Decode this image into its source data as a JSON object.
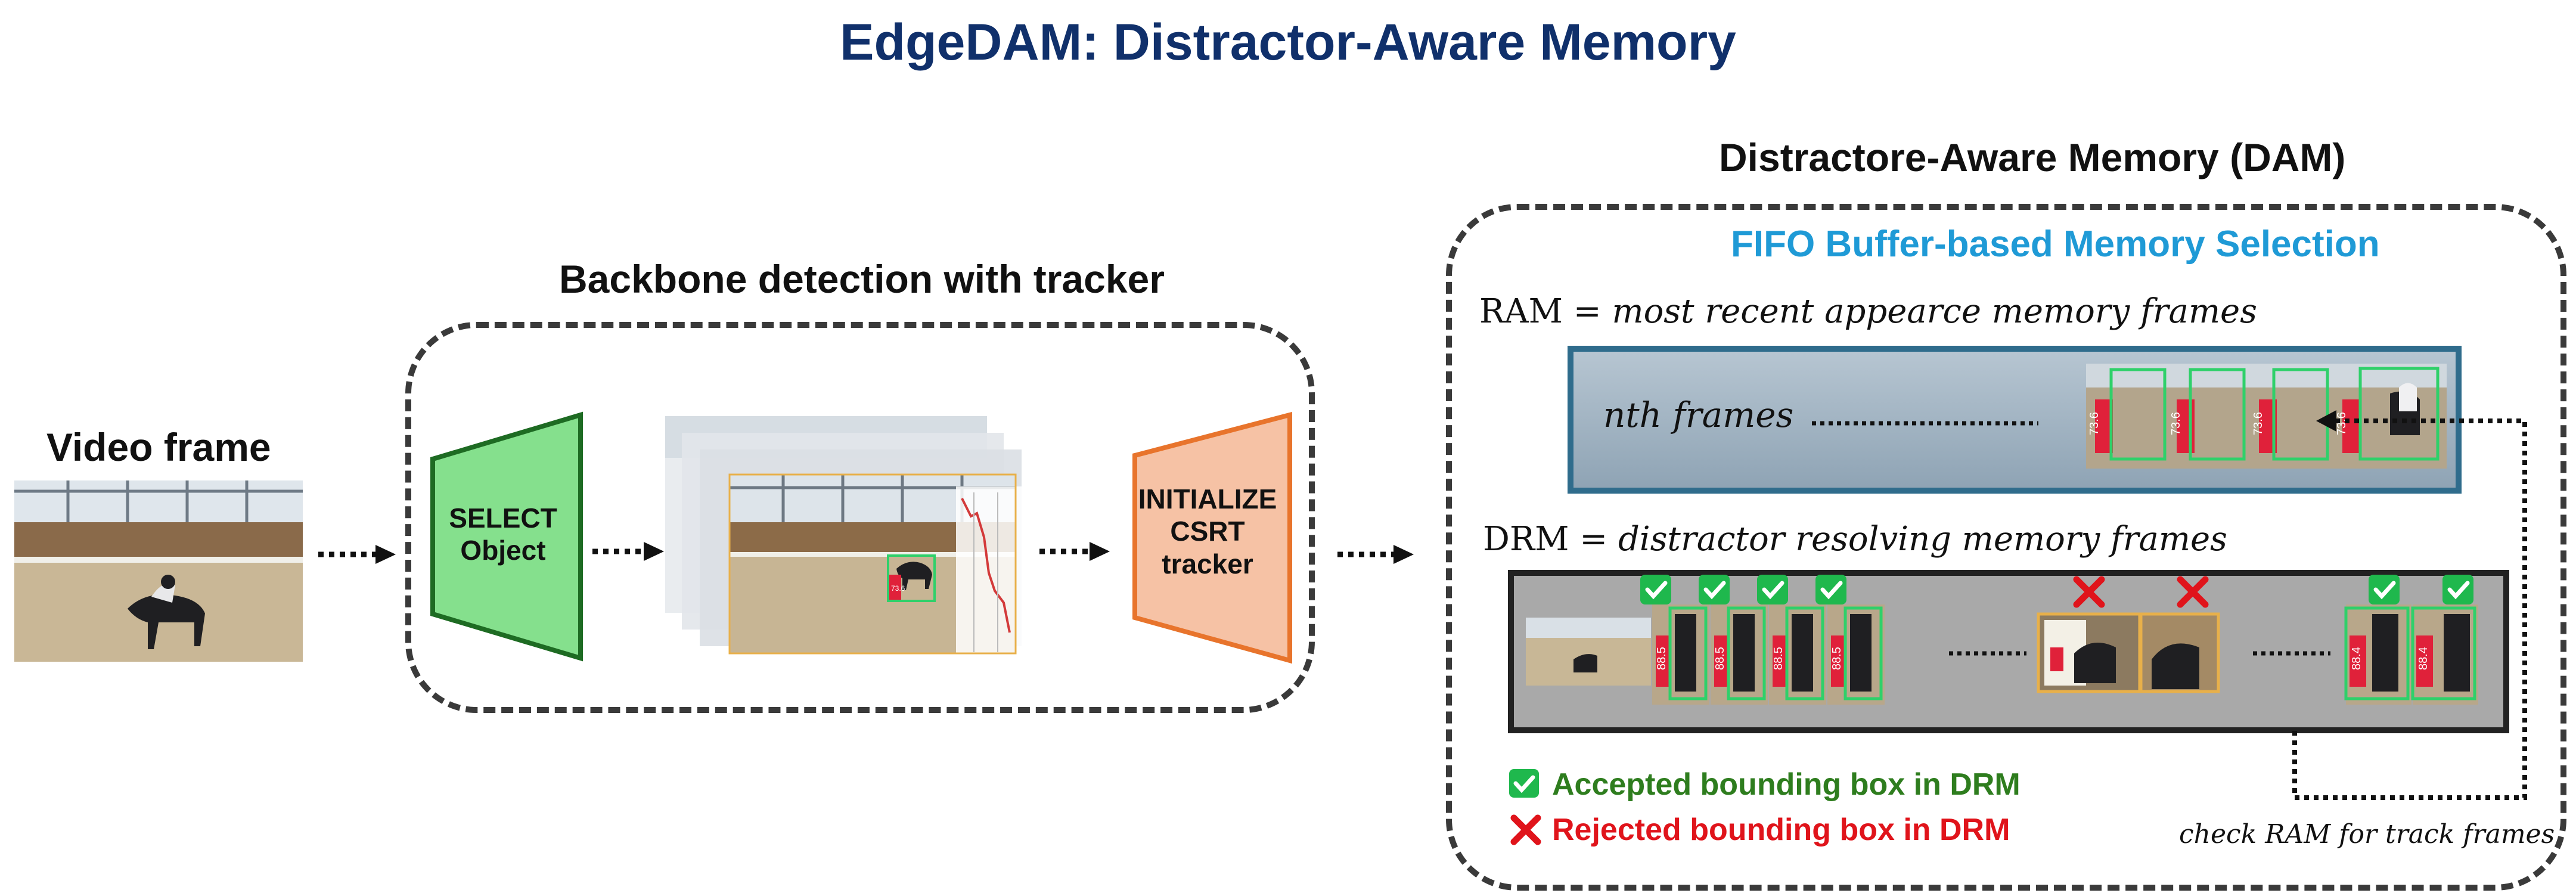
{
  "title": "EdgeDAM: Distractor-Aware Memory",
  "video_frame": {
    "label": "Video frame"
  },
  "backbone": {
    "heading": "Backbone detection with tracker",
    "select_label_1": "SELECT",
    "select_label_2": "Object",
    "initialize_label_1": "INITIALIZE",
    "initialize_label_2": "CSRT",
    "initialize_label_3": "tracker",
    "frame_tag": "73.6"
  },
  "dam": {
    "heading": "Distractore-Aware Memory (DAM)",
    "subheading": "FIFO Buffer-based Memory Selection",
    "ram_prefix": "RAM = ",
    "ram_desc": "most recent appearce memory frames",
    "nth_frames": "nth frames",
    "ram_tags": [
      "73.6",
      "73.6",
      "73.6",
      "73.6"
    ],
    "drm_prefix": "DRM = ",
    "drm_desc": "distractor resolving memory frames",
    "drm_tags": [
      "88.5",
      "88.5",
      "88.5",
      "88.5",
      "88.4",
      "88.4"
    ],
    "check_ram": "check RAM for track frames"
  },
  "legend": {
    "accepted": "Accepted bounding box in DRM",
    "rejected": "Rejected bounding box in DRM"
  },
  "colors": {
    "title": "#10306b",
    "fifo": "#1f9ad6",
    "accepted": "#2e7d1e",
    "rejected": "#e0141b",
    "select_fill": "#85e08d",
    "select_stroke": "#1e6b23",
    "init_fill": "#f6c2a5",
    "init_stroke": "#e8742c",
    "ram_border": "#2f6c8c",
    "check_green": "#1fb84d"
  }
}
